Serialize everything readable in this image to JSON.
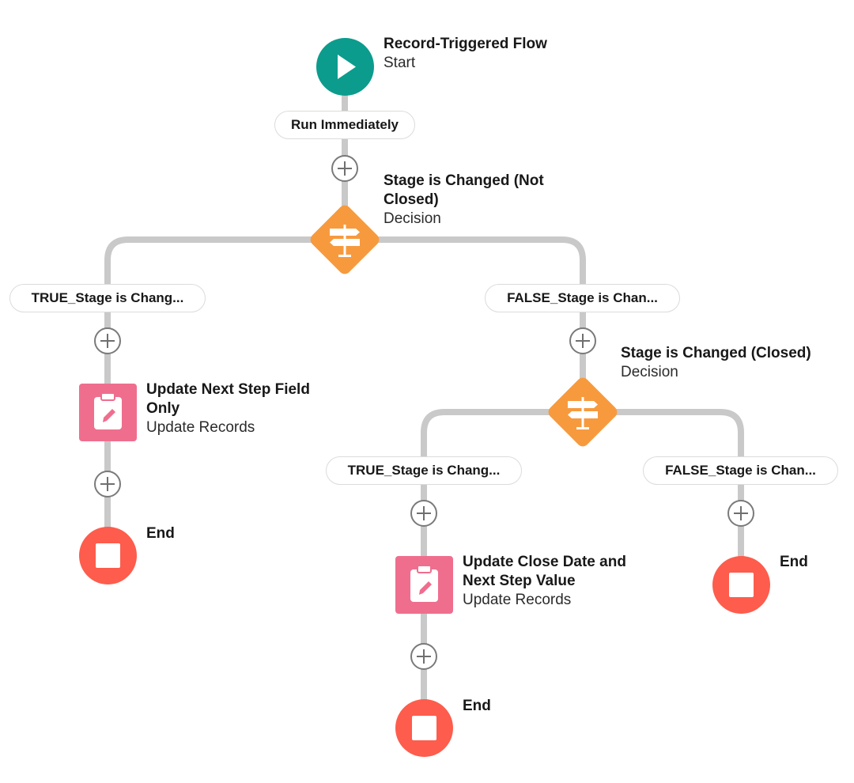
{
  "start": {
    "title": "Record-Triggered Flow",
    "subtitle": "Start",
    "color": "#0b9c8d"
  },
  "run_immediately": {
    "label": "Run Immediately"
  },
  "decision_1": {
    "title": "Stage is Changed (Not Closed)",
    "subtitle": "Decision",
    "color": "#f79a3e"
  },
  "decision_1_true": {
    "label": "TRUE_Stage is Chang..."
  },
  "decision_1_false": {
    "label": "FALSE_Stage is Chan..."
  },
  "update_next_step": {
    "title": "Update Next Step Field Only",
    "subtitle": "Update Records",
    "color": "#ef6e8e"
  },
  "end_1": {
    "title": "End",
    "color": "#fe5c4c"
  },
  "decision_2": {
    "title": "Stage is Changed (Closed)",
    "subtitle": "Decision",
    "color": "#f79a3e"
  },
  "decision_2_true": {
    "label": "TRUE_Stage is Chang..."
  },
  "decision_2_false": {
    "label": "FALSE_Stage is Chan..."
  },
  "update_close_date": {
    "title": "Update Close Date and Next Step Value",
    "subtitle": "Update Records",
    "color": "#ef6e8e"
  },
  "end_2": {
    "title": "End",
    "color": "#fe5c4c"
  },
  "end_3": {
    "title": "End",
    "color": "#fe5c4c"
  },
  "connector_color": "#c9c9c9",
  "icons": {
    "start": "play-icon",
    "decision": "signpost-icon",
    "update_records": "clipboard-edit-icon",
    "end": "stop-icon",
    "add": "plus-icon"
  }
}
